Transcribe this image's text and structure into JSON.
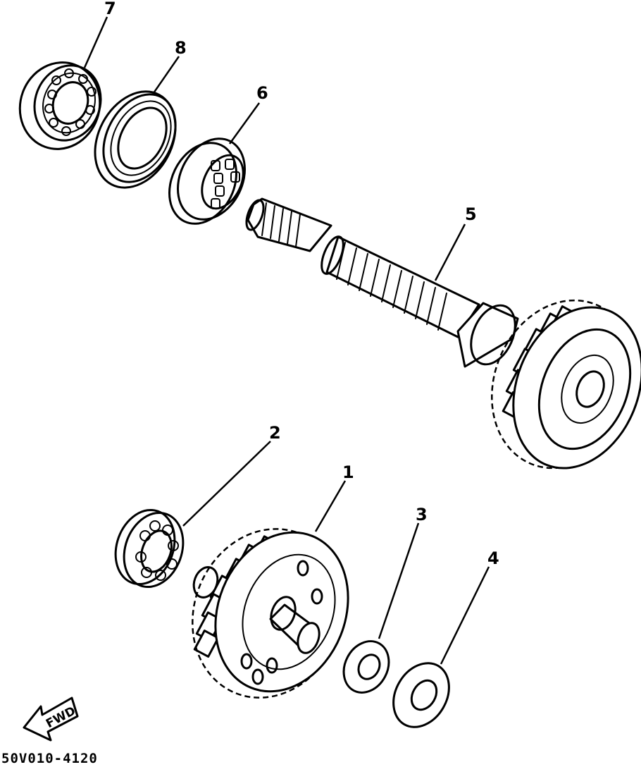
{
  "diagram": {
    "callouts": [
      {
        "id": "part-1",
        "label": "1"
      },
      {
        "id": "part-2",
        "label": "2"
      },
      {
        "id": "part-3",
        "label": "3"
      },
      {
        "id": "part-4",
        "label": "4"
      },
      {
        "id": "part-5",
        "label": "5"
      },
      {
        "id": "part-6",
        "label": "6"
      },
      {
        "id": "part-7",
        "label": "7"
      },
      {
        "id": "part-8",
        "label": "8"
      }
    ],
    "direction_label": "FWD",
    "drawing_code": "50V010-4120"
  }
}
